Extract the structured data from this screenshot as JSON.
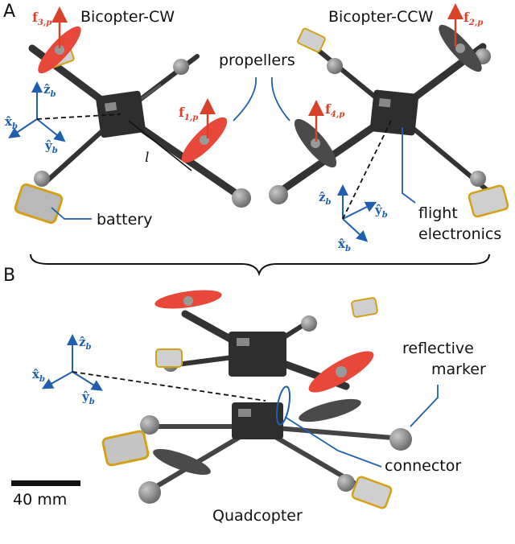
{
  "panels": {
    "a": "A",
    "b": "B"
  },
  "titles": {
    "bicopter_cw": "Bicopter-CW",
    "bicopter_ccw": "Bicopter-CCW",
    "quadcopter": "Quadcopter"
  },
  "labels": {
    "propellers": "propellers",
    "battery": "battery",
    "flight_electronics_1": "flight",
    "flight_electronics_2": "electronics",
    "reflective_marker_1": "reflective",
    "reflective_marker_2": "marker",
    "connector": "connector",
    "arm_length": "l",
    "scale_bar": "40 mm"
  },
  "forces": {
    "f3": {
      "base": "f",
      "sub": "3,p"
    },
    "f1": {
      "base": "f",
      "sub": "1,p"
    },
    "f2": {
      "base": "f",
      "sub": "2,p"
    },
    "f4": {
      "base": "f",
      "sub": "4,p"
    }
  },
  "axes": {
    "z": {
      "base": "ẑ",
      "sub": "b"
    },
    "x": {
      "base": "x̂",
      "sub": "b"
    },
    "y": {
      "base": "ŷ",
      "sub": "b"
    }
  },
  "colors": {
    "force_arrow": "#d8412a",
    "annotation_blue": "#1f5fb0",
    "propeller_red": "#e8483a",
    "propeller_gray": "#4a4a4a",
    "pcb": "#2e2e2e",
    "marker_gray": "#8c8c8c"
  }
}
